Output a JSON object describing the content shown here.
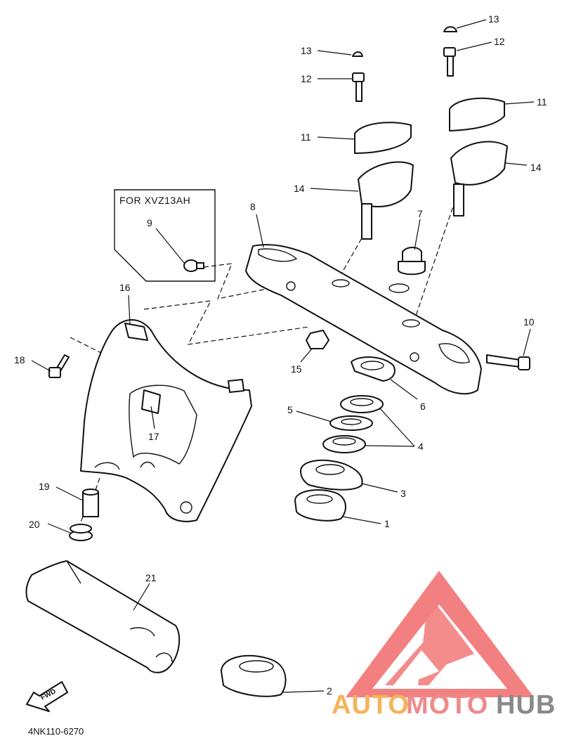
{
  "diagram": {
    "callouts": {
      "c1": "1",
      "c2": "2",
      "c3": "3",
      "c4": "4",
      "c5": "5",
      "c6": "6",
      "c7": "7",
      "c8": "8",
      "c9": "9",
      "c10": "10",
      "c11a": "11",
      "c11b": "11",
      "c12a": "12",
      "c12b": "12",
      "c13a": "13",
      "c13b": "13",
      "c14a": "14",
      "c14b": "14",
      "c15": "15",
      "c16": "16",
      "c17": "17",
      "c18": "18",
      "c19": "19",
      "c20": "20",
      "c21": "21"
    },
    "variant_box_label": "FOR XVZ13AH",
    "fwd_label": "FWD",
    "diagram_code": "4NK110-6270"
  },
  "watermark": {
    "text_part1": "AUTO",
    "text_part2": "MOTO",
    "text_part3": "HUB",
    "colors": {
      "orange": "#f5b35a",
      "pink": "#f08a8a",
      "gray": "#8a8a8a",
      "logo_red": "#f26a6a"
    }
  }
}
